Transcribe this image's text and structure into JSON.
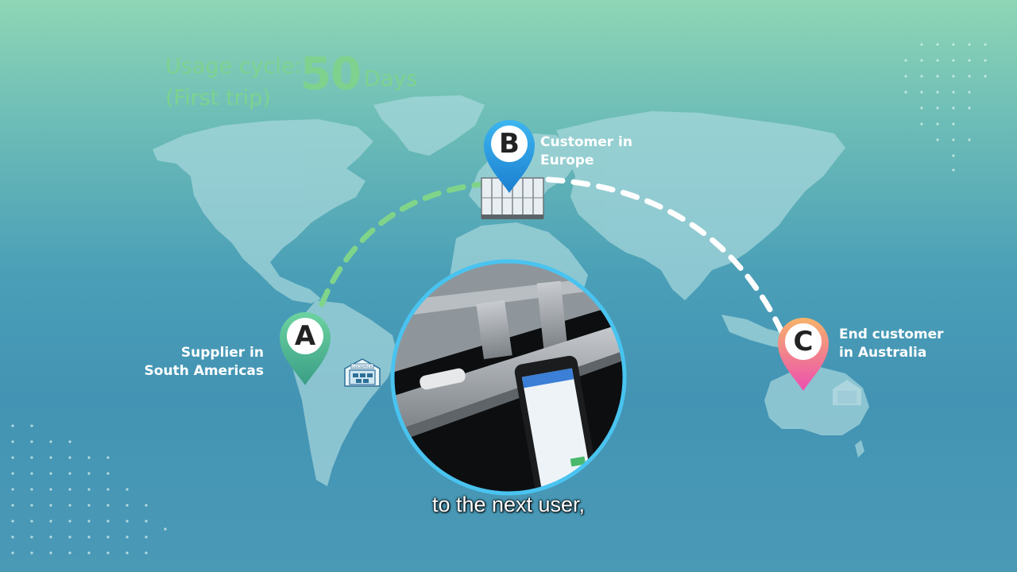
{
  "usage": {
    "label": "Usage cycle:",
    "value": "50",
    "unit": "Days",
    "note": "(First trip)"
  },
  "points": {
    "a": {
      "letter": "A",
      "line1": "Supplier in",
      "line2": "South Americas"
    },
    "b": {
      "letter": "B",
      "line1": "Customer in",
      "line2": "Europe"
    },
    "c": {
      "letter": "C",
      "line1": "End customer",
      "line2": "in Australia"
    }
  },
  "warehouse_sign": "GOODPACK",
  "subtitle": "to the next user,",
  "colors": {
    "pin_a": "#4fb98a",
    "pin_b": "#2aa0e0",
    "pin_c": "#f26aa3",
    "completed_route": "#7fd48a",
    "pending_route": "#ffffff"
  }
}
